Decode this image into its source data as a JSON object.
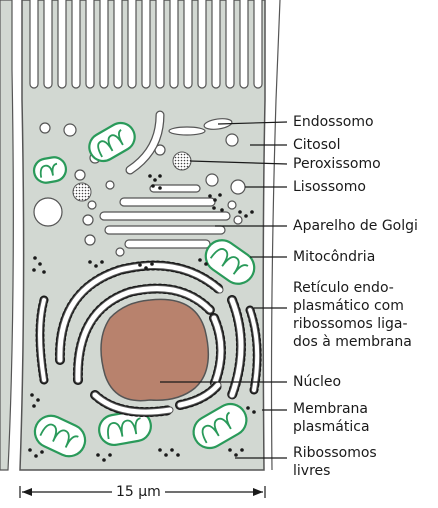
{
  "labels": {
    "endosome": "Endossomo",
    "cytosol": "Citosol",
    "peroxisome": "Peroxissomo",
    "lysosome": "Lisossomo",
    "golgi": "Aparelho de Golgi",
    "mitochondrion": "Mitocôndria",
    "er_lines": [
      "Retículo endo-",
      "plasmático com",
      "ribossomos liga-",
      "dos à membrana"
    ],
    "nucleus": "Núcleo",
    "membrane_lines": [
      "Membrana",
      "plasmática"
    ],
    "ribosome_lines": [
      "Ribossomos",
      "livres"
    ]
  },
  "scale_bar": {
    "text": "15 µm"
  },
  "colors": {
    "cytoplasm": "#d2d8d2",
    "outline": "#555555",
    "nucleus": "#b8826d",
    "mitochondria_outline": "#2a9a5a",
    "organelle_fill": "#ffffff",
    "ribosome": "#1a1a1a"
  }
}
